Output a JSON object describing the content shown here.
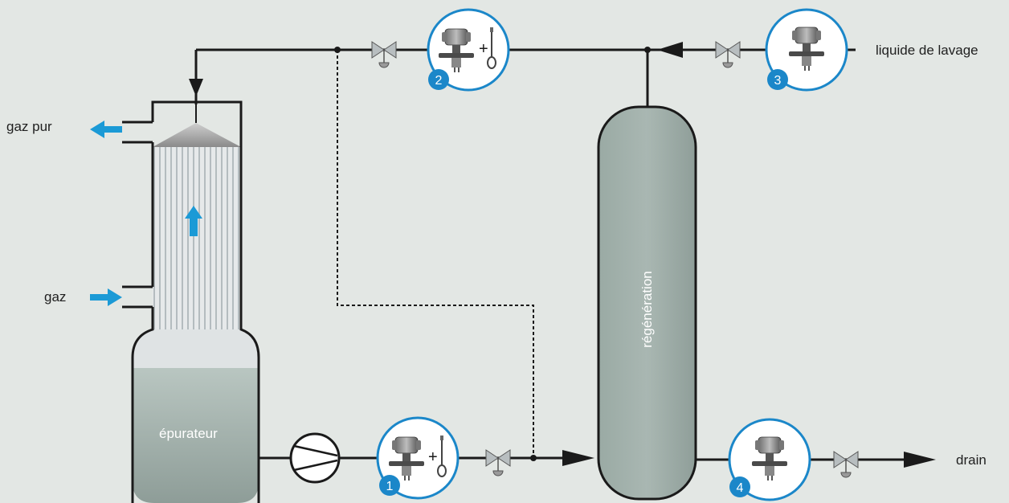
{
  "labels": {
    "gaz_pur": "gaz pur",
    "gaz": "gaz",
    "epurateur": "épurateur",
    "regeneration": "régénération",
    "liquide_de_lavage": "liquide de lavage",
    "drain": "drain"
  },
  "instruments": [
    {
      "number": "1",
      "type": "transmitter-plus-fork"
    },
    {
      "number": "2",
      "type": "transmitter-plus-fork"
    },
    {
      "number": "3",
      "type": "transmitter"
    },
    {
      "number": "4",
      "type": "transmitter"
    }
  ],
  "colors": {
    "background": "#e3e7e4",
    "pipe": "#1a1a1a",
    "flow_arrow": "#1b9ad6",
    "badge": "#1b87c9",
    "tank_fill": "#9aa9a4"
  }
}
